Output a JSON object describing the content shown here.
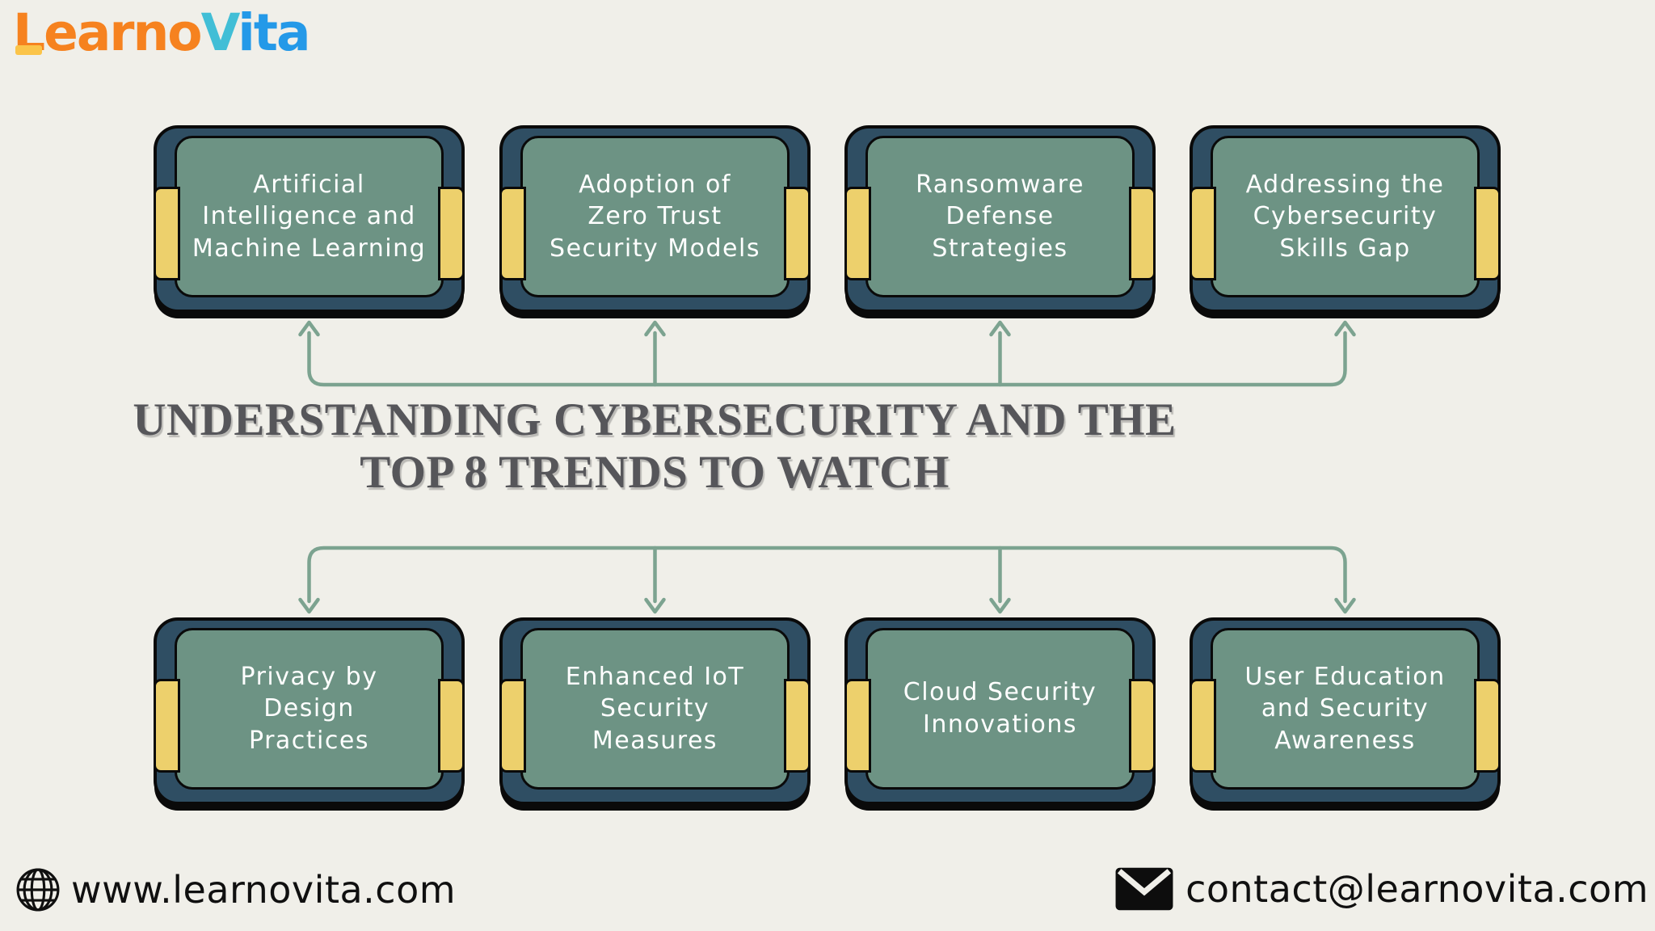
{
  "logo": {
    "text": "LearnoVita",
    "part_learno": "Learno",
    "part_v": "V",
    "part_ita": "ita"
  },
  "title": "UNDERSTANDING CYBERSECURITY AND THE\nTOP 8 TRENDS TO WATCH",
  "diagram": {
    "top_row": [
      {
        "label": "Artificial\nIntelligence and\nMachine Learning"
      },
      {
        "label": "Adoption of\nZero Trust\nSecurity Models"
      },
      {
        "label": "Ransomware\nDefense\nStrategies"
      },
      {
        "label": "Addressing the\nCybersecurity\nSkills Gap"
      }
    ],
    "bottom_row": [
      {
        "label": "Privacy by\nDesign\nPractices"
      },
      {
        "label": "Enhanced IoT\nSecurity\nMeasures"
      },
      {
        "label": "Cloud Security\nInnovations"
      },
      {
        "label": "User Education\nand Security\nAwareness"
      }
    ]
  },
  "footer": {
    "website": "www.learnovita.com",
    "email": "contact@learnovita.com",
    "website_icon": "globe-icon",
    "email_icon": "envelope-icon"
  },
  "colors": {
    "background": "#F0EFE9",
    "board_green": "#6D9384",
    "frame_navy": "#2F4E63",
    "flap_yellow": "#EDD06C",
    "outline_black": "#0A0A0A",
    "arrow_green": "#7CA390",
    "title_gray": "#56565A",
    "logo_orange": "#F6821F",
    "logo_yellow": "#FBC449",
    "logo_cyan": "#41BED6",
    "logo_blue": "#2499E8",
    "footer_text": "#101010"
  }
}
